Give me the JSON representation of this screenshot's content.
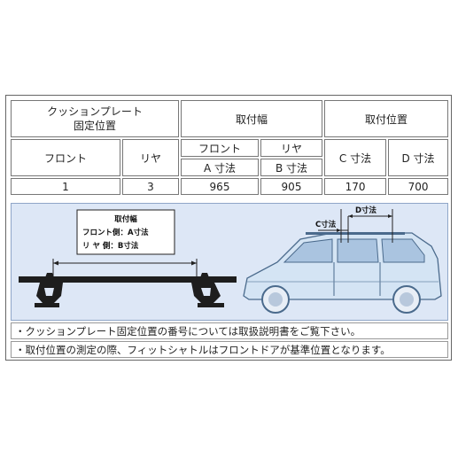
{
  "table": {
    "header": {
      "cushion_plate_position": "クッションプレート\n固定位置",
      "mount_width": "取付幅",
      "mount_position": "取付位置"
    },
    "subheader": {
      "front": "フロント",
      "rear": "リヤ",
      "width_front": "フロント",
      "width_rear": "リヤ",
      "a_dim": "A 寸法",
      "b_dim": "B 寸法",
      "c_dim": "C 寸法",
      "d_dim": "D 寸法"
    },
    "values": {
      "front": "1",
      "rear": "3",
      "a": "965",
      "b": "905",
      "c": "170",
      "d": "700"
    }
  },
  "diagram": {
    "box_title": "取付幅",
    "box_line1": "フロント側：A寸法",
    "box_line2": "リ ヤ 側：B寸法",
    "c_label": "C寸法",
    "d_label": "D寸法",
    "colors": {
      "background": "#dde7f6",
      "car_body": "#d4e4f4",
      "car_outline": "#4a6a8c",
      "bar": "#222222"
    }
  },
  "notes": [
    "・クッションプレート固定位置の番号については取扱説明書をご覧下さい。",
    "・取付位置の測定の際、フィットシャトルはフロントドアが基準位置となります。"
  ]
}
